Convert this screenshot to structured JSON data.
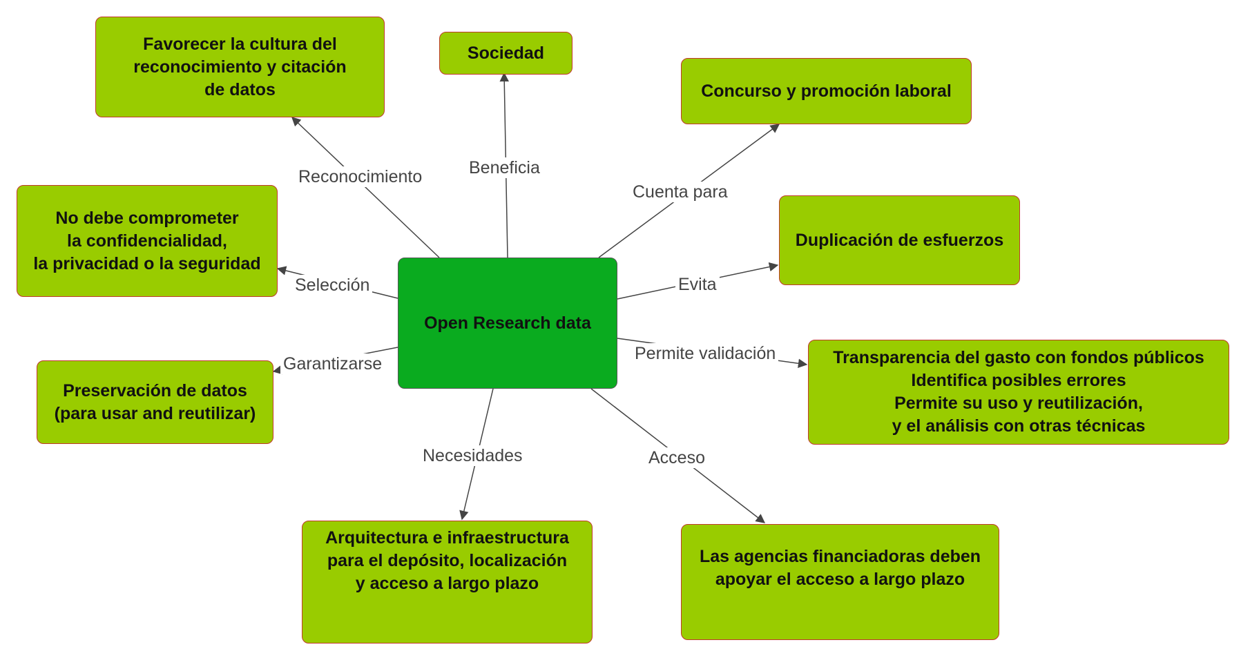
{
  "colors": {
    "node_fill": "#99cc00",
    "center_fill": "#0aab1f",
    "node_border": "#c0392b",
    "edge": "#444444"
  },
  "center": {
    "text": "Open Research data"
  },
  "nodes": {
    "reconocimiento": "Favorecer la cultura del\nreconocimiento y citación\nde datos",
    "sociedad": "Sociedad",
    "concurso": "Concurso  y promoción laboral",
    "confidencialidad": "No debe comprometer\n la confidencialidad,\nla privacidad o la seguridad",
    "duplicacion": "Duplicación de esfuerzos",
    "transparencia": "Transparencia del gasto con  fondos públicos\nIdentifica posibles errores\nPermite su uso y reutilización,\ny el análisis con otras técnicas",
    "preservacion": "Preservación de datos\n(para  usar and reutilizar)",
    "arquitectura": "Arquitectura e infraestructura\npara el depósito, localización\n y acceso a largo plazo",
    "agencias": "Las agencias financiadoras deben\napoyar el acceso a largo plazo"
  },
  "edge_labels": {
    "reconocimiento": "Reconocimiento",
    "beneficia": "Beneficia",
    "cuenta_para": "Cuenta para",
    "seleccion": "Selección",
    "evita": "Evita",
    "permite_validacion": "Permite  validación",
    "garantizarse": "Garantizarse",
    "necesidades": "Necesidades",
    "acceso": "Acceso"
  }
}
